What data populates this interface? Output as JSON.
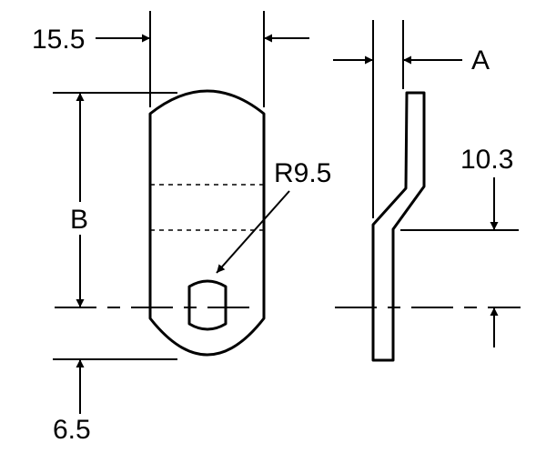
{
  "dimensions": {
    "width_label": "15.5",
    "thickness_label": "A",
    "height_label": "B",
    "radius_label": "R9.5",
    "offset_label": "10.3",
    "bottom_label": "6.5"
  }
}
